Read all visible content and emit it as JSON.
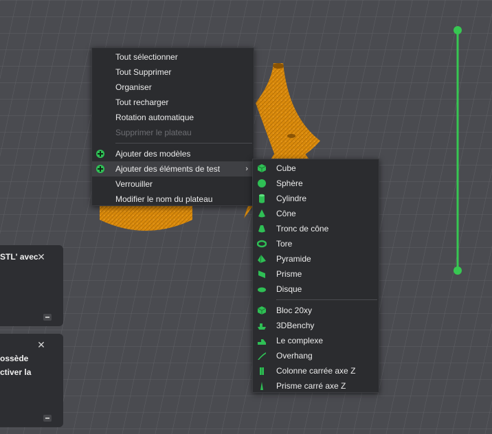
{
  "context_menu": {
    "items": [
      {
        "label": "Tout sélectionner"
      },
      {
        "label": "Tout Supprimer"
      },
      {
        "label": "Organiser"
      },
      {
        "label": "Tout recharger"
      },
      {
        "label": "Rotation automatique"
      },
      {
        "label": "Supprimer le plateau",
        "disabled": true
      },
      {
        "label": "Ajouter des modèles",
        "icon": "add-icon"
      },
      {
        "label": "Ajouter des éléments de test",
        "icon": "add-icon",
        "has_submenu": true
      },
      {
        "label": "Verrouiller"
      },
      {
        "label": "Modifier le nom du plateau"
      }
    ]
  },
  "submenu": {
    "items": [
      {
        "label": "Cube",
        "icon": "cube-icon"
      },
      {
        "label": "Sphère",
        "icon": "sphere-icon"
      },
      {
        "label": "Cylindre",
        "icon": "cylinder-icon"
      },
      {
        "label": "Cône",
        "icon": "cone-icon"
      },
      {
        "label": "Tronc de cône",
        "icon": "truncated-cone-icon"
      },
      {
        "label": "Tore",
        "icon": "torus-icon"
      },
      {
        "label": "Pyramide",
        "icon": "pyramid-icon"
      },
      {
        "label": "Prisme",
        "icon": "prism-icon"
      },
      {
        "label": "Disque",
        "icon": "disc-icon"
      },
      {
        "label": "Bloc 20xy",
        "icon": "block-icon"
      },
      {
        "label": "3DBenchy",
        "icon": "benchy-icon"
      },
      {
        "label": "Le complexe",
        "icon": "complex-icon"
      },
      {
        "label": "Overhang",
        "icon": "overhang-icon"
      },
      {
        "label": "Colonne carrée axe Z",
        "icon": "column-icon"
      },
      {
        "label": "Prisme carré axe Z",
        "icon": "square-prism-icon"
      }
    ]
  },
  "notifications": [
    {
      "text_lines": [
        "STL' avec"
      ]
    },
    {
      "text_lines": [
        "ossède",
        "ctiver la"
      ]
    }
  ],
  "colors": {
    "model": "#d98a0c",
    "accent": "#37c752",
    "menu_bg": "#2b2c2f",
    "bed": "#4a4b50"
  }
}
